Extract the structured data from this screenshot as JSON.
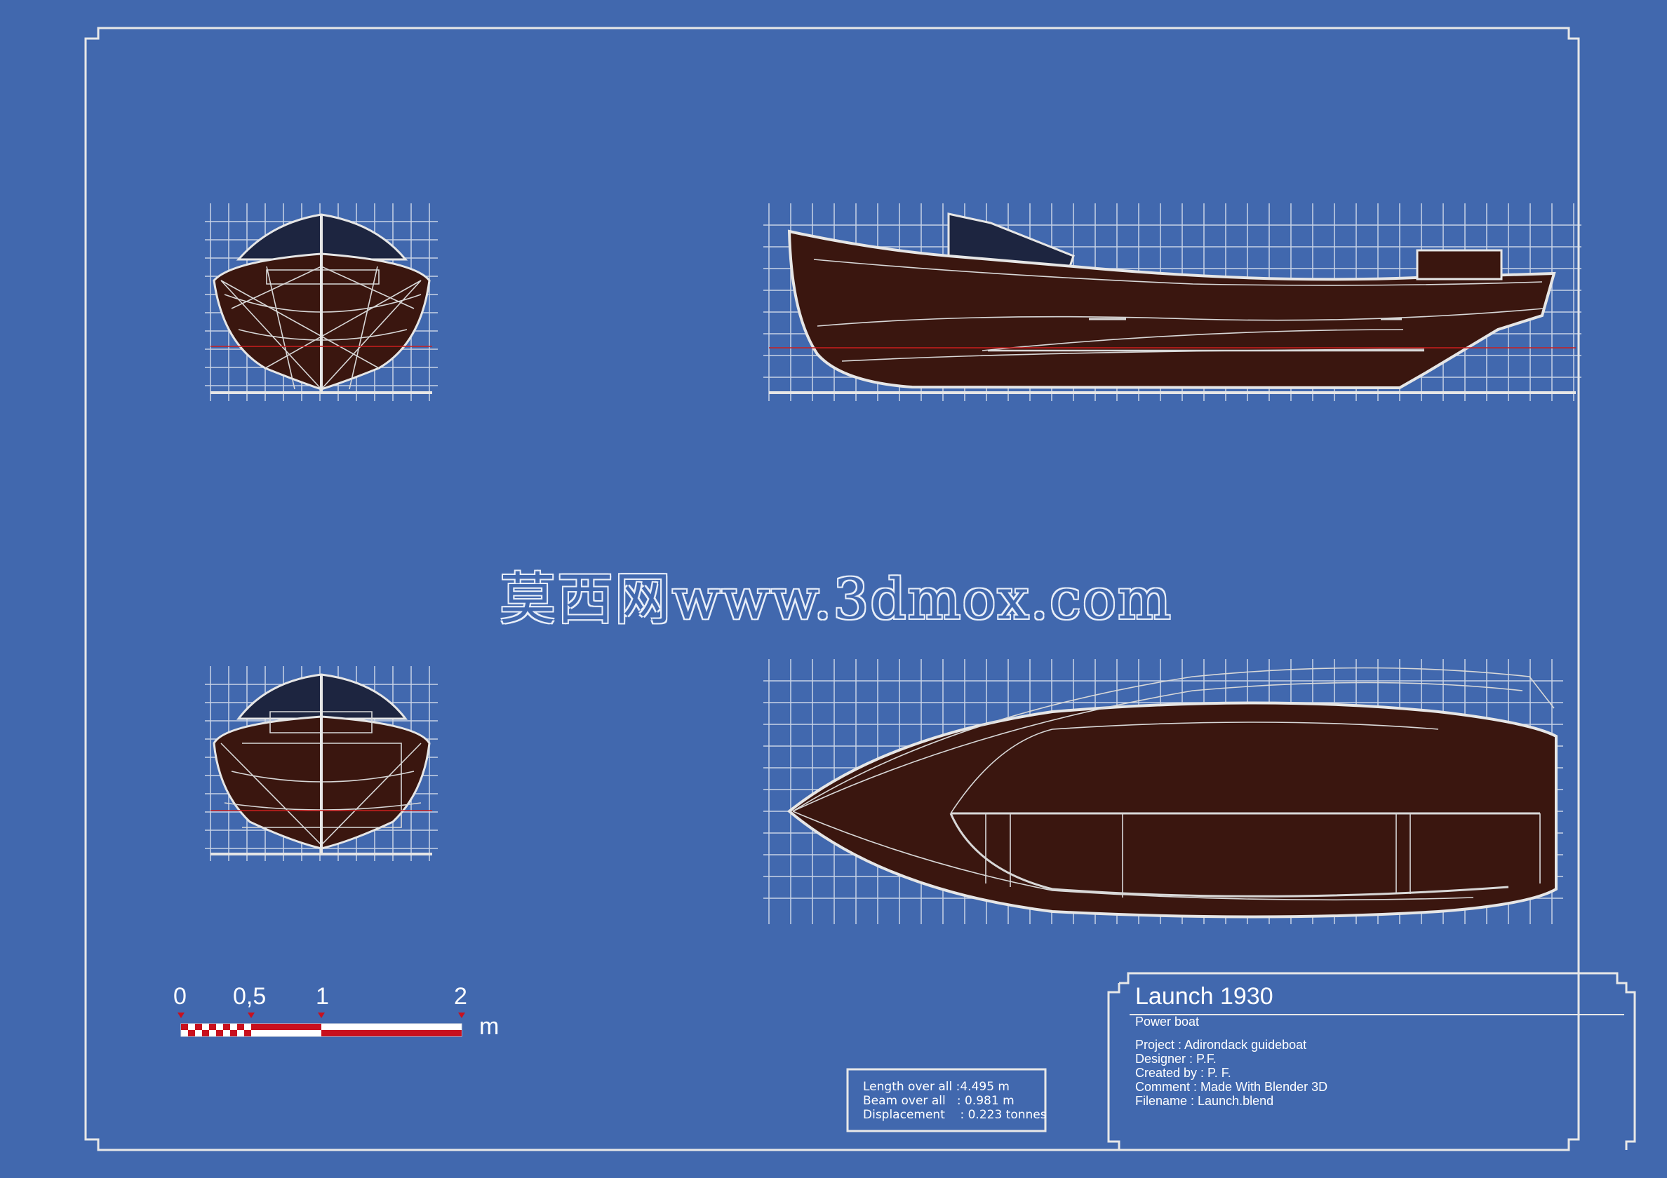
{
  "watermark": "莫西网www.3dmox.com",
  "title_block": {
    "title": "Launch 1930",
    "subtitle": "Power boat",
    "lines": [
      "Project : Adirondack guideboat",
      "Designer : P.F.",
      "Created by : P. F.",
      "Comment : Made With Blender 3D",
      "Filename : Launch.blend"
    ]
  },
  "specs": [
    "Length over all :4.495 m",
    "Beam over all   : 0.981 m",
    "Displacement    : 0.223 tonnes"
  ],
  "scale_bar": {
    "labels": [
      "0",
      "0,5",
      "1",
      "2"
    ],
    "unit": "m"
  },
  "colors": {
    "background": "#4168ae",
    "line": "#e6e6e6",
    "hull": "#3a160f",
    "cabin": "#1d2540",
    "waterline": "#cc1f1f",
    "scale_red": "#c8101e"
  }
}
